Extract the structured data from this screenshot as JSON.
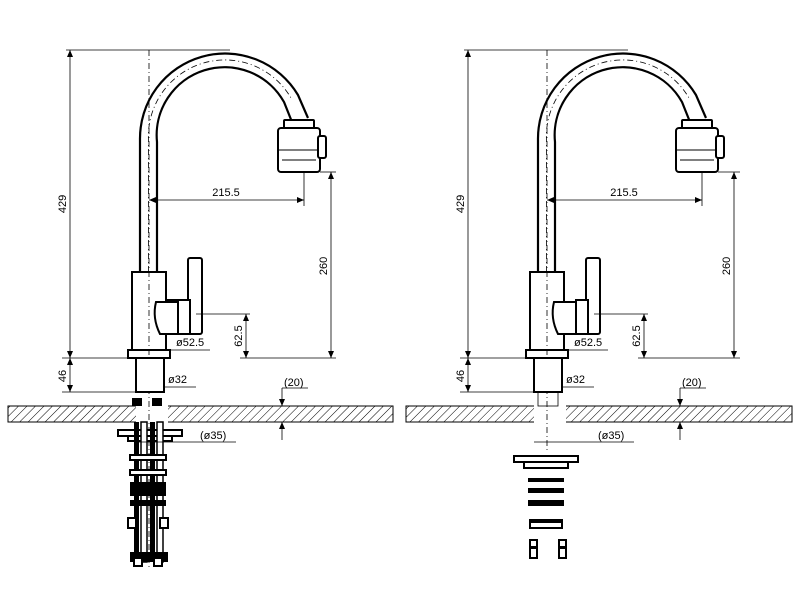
{
  "drawings": [
    {
      "name": "left-view",
      "labels": {
        "total_height": "429",
        "base_height": "46",
        "spout_reach": "215.5",
        "spout_height": "260",
        "handle_height": "62.5",
        "body_diameter": "ø52.5",
        "shank_diameter": "ø32",
        "counter_thickness": "(20)",
        "hole_diameter": "(ø35)"
      }
    },
    {
      "name": "right-view",
      "labels": {
        "total_height": "429",
        "base_height": "46",
        "spout_reach": "215.5",
        "spout_height": "260",
        "handle_height": "62.5",
        "body_diameter": "ø52.5",
        "shank_diameter": "ø32",
        "counter_thickness": "(20)",
        "hole_diameter": "(ø35)"
      }
    }
  ]
}
